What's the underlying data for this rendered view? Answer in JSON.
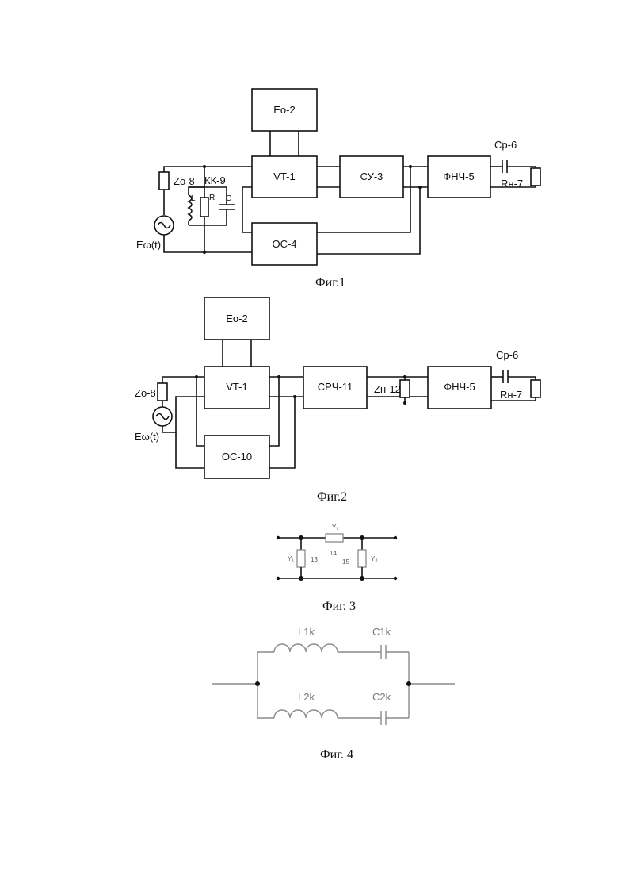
{
  "fig1": {
    "caption": "Фиг.1",
    "e0": "Eo-2",
    "vt": "VT-1",
    "su": "СУ-3",
    "fnch": "ФНЧ-5",
    "os": "ОС-4",
    "cp": "Cр-6",
    "rn": "Rн-7",
    "z0": "Zo-8",
    "kk": "КК-9",
    "l": "L",
    "r": "R",
    "c": "C",
    "source": "Eω(t)"
  },
  "fig2": {
    "caption": "Фиг.2",
    "e0": "Eo-2",
    "vt": "VT-1",
    "srch": "СРЧ-11",
    "zn": "Zн-12",
    "fnch": "ФНЧ-5",
    "os": "ОС-10",
    "cp": "Cр-6",
    "rn": "Rн-7",
    "z0": "Zo-8",
    "source": "Eω(t)"
  },
  "fig3": {
    "caption": "Фиг. 3",
    "top_label": "Y₂",
    "left_label": "Y₁",
    "right_label": "Y₃",
    "n13": "13",
    "n14": "14",
    "n15": "15"
  },
  "fig4": {
    "caption": "Фиг. 4",
    "l1": "L1k",
    "c1": "C1k",
    "l2": "L2k",
    "c2": "C2k"
  }
}
